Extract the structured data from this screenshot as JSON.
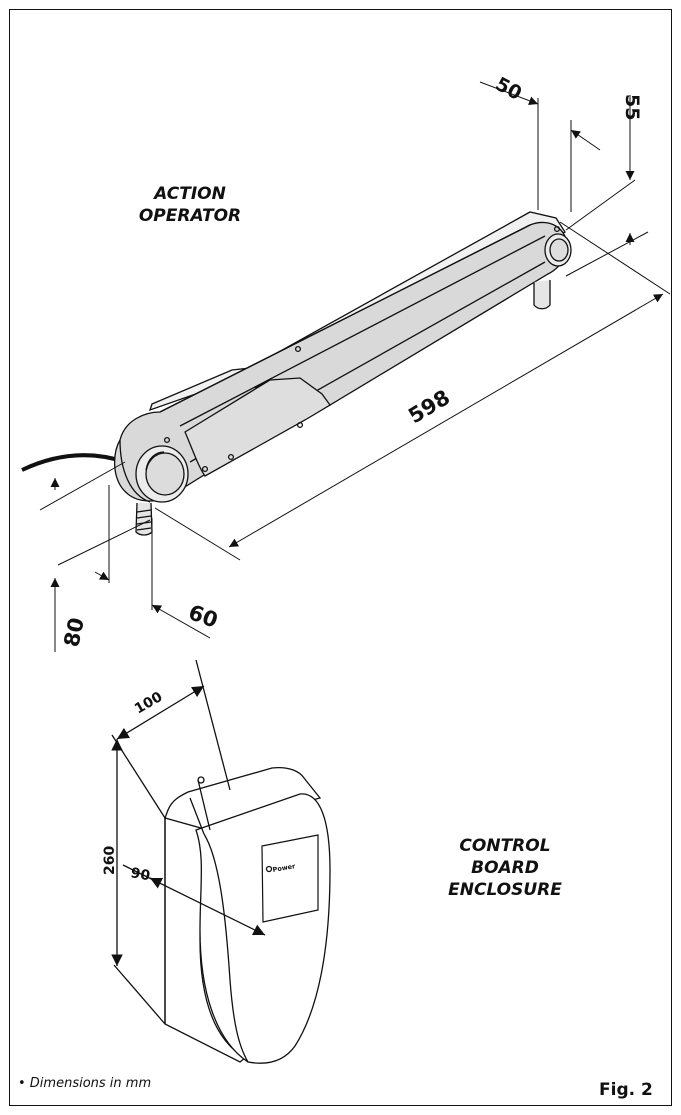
{
  "operator_label": [
    "ACTION",
    "OPERATOR"
  ],
  "enclosure_label": [
    "CONTROL",
    "BOARD",
    "ENCLOSURE"
  ],
  "dimensions": {
    "operator_depth": "50",
    "operator_height": "55",
    "operator_length": "598",
    "operator_pin_height": "80",
    "operator_pin_offset": "60",
    "enclosure_depth": "100",
    "enclosure_height": "260",
    "enclosure_width": "90"
  },
  "power_label": "Power",
  "note": "• Dimensions in mm",
  "figure": "Fig. 2"
}
